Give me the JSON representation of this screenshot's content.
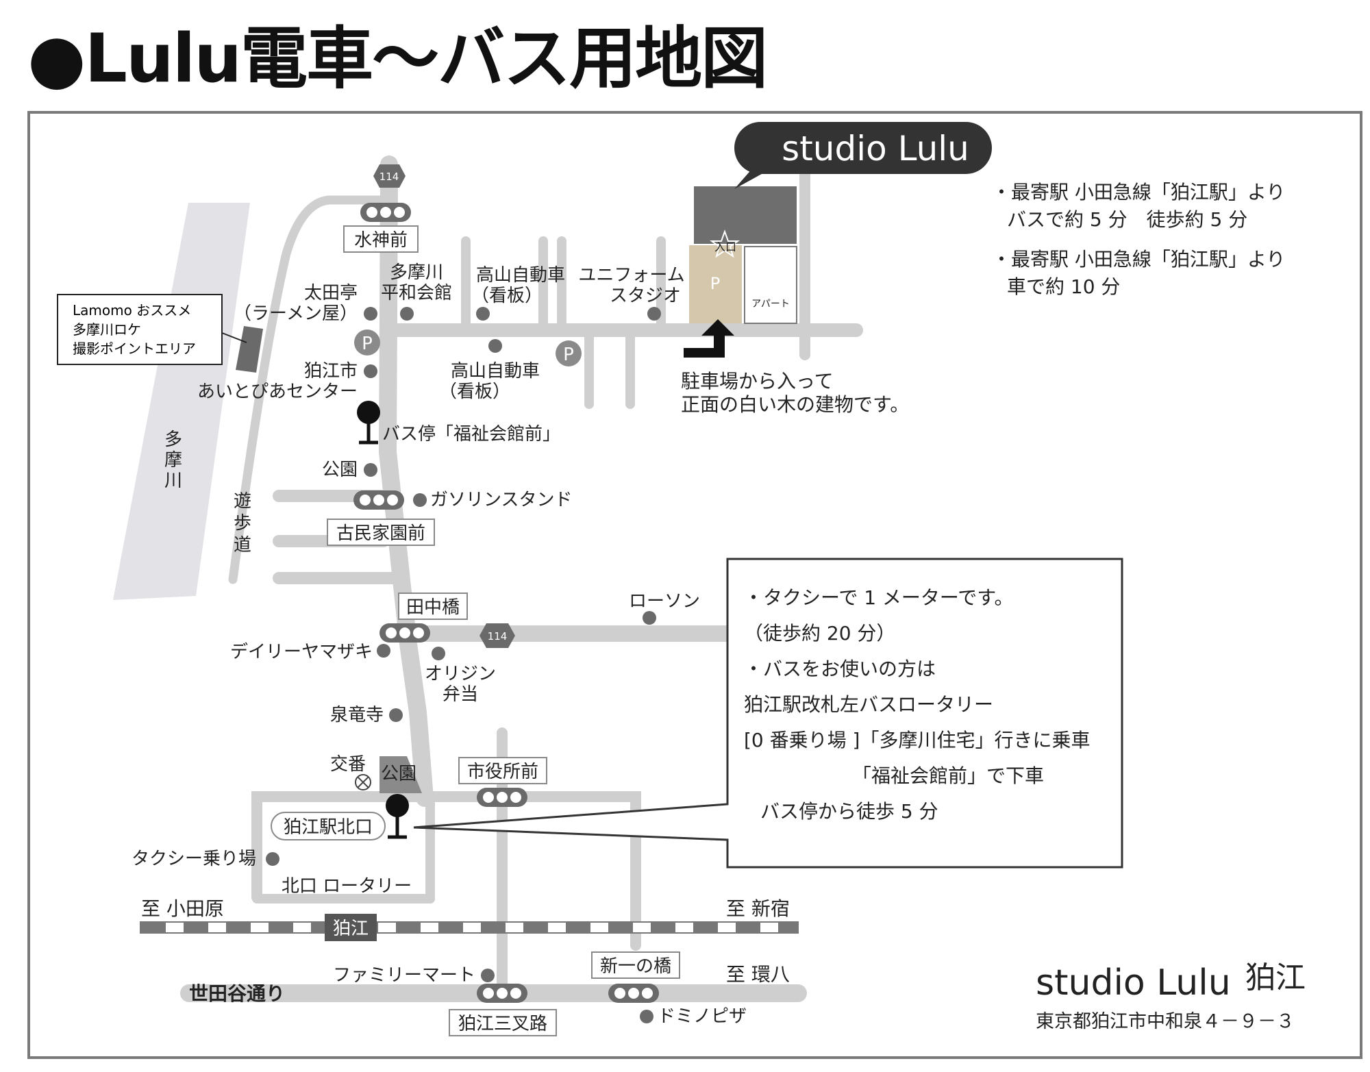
{
  "title": "●Lulu電車～バス用地図",
  "studio_bubble": "studio Lulu",
  "access_notes": [
    "・最寄駅 小田急線「狛江駅」より",
    "バスで約 5 分　徒歩約 5 分",
    "・最寄駅 小田急線「狛江駅」より",
    "車で約 10 分"
  ],
  "lamomo_box": [
    "Lamomo おススメ",
    "多摩川ロケ",
    "撮影ポイントエリア"
  ],
  "river_label": [
    "多",
    "摩",
    "川"
  ],
  "path_label": [
    "遊",
    "歩",
    "道"
  ],
  "route_number": "114",
  "stop_boxes": {
    "suijinmae": "水神前",
    "kominka": "古民家園前",
    "tanakabashi": "田中橋",
    "shiyakusho": "市役所前",
    "shinichinohashi": "新一の橋",
    "sansaro": "狛江三叉路",
    "kitaguchi": "狛江駅北口",
    "station": "狛江"
  },
  "places": {
    "tamagawa_heiwa": [
      "多摩川",
      "平和会館"
    ],
    "takayama_sign_top": [
      "高山自動車",
      "（看板）"
    ],
    "uniform_studio": [
      "ユニフォーム",
      "スタジオ"
    ],
    "ohta": [
      "太田亭",
      "（ラーメン屋）"
    ],
    "aitopia": [
      "狛江市",
      "あいとぴあセンター"
    ],
    "takayama_sign_mid": [
      "高山自動車",
      "（看板）"
    ],
    "bus_stop_fukushi": "バス停「福祉会館前」",
    "park_a": "公園",
    "gas_station": "ガソリンスタンド",
    "lawson": "ローソン",
    "daily_yamazaki": "デイリーヤマザキ",
    "origin": [
      "オリジン",
      "弁当"
    ],
    "senryuji": "泉竜寺",
    "koban": "交番",
    "park_b": "公園",
    "taxi_stand": "タクシー乗り場",
    "kitaguchi_rotary": "北口 ロータリー",
    "family_mart": "ファミリーマート",
    "dominos": "ドミノピザ",
    "entrance": "入口",
    "apartment": "アパート",
    "parking": "P"
  },
  "directions": {
    "odawara": "至 小田原",
    "shinjuku": "至 新宿",
    "kanpachi": "至 環八",
    "setagaya": "世田谷通り"
  },
  "parking_note": [
    "駐車場から入って",
    "正面の白い木の建物です。"
  ],
  "info_box": [
    "・タクシーで 1 メーターです。",
    "（徒歩約 20 分）",
    "・バスをお使いの方は",
    "狛江駅改札左バスロータリー",
    "[0 番乗り場 ]「多摩川住宅」行きに乗車",
    "「福祉会館前」で下車",
    "バス停から徒歩 5 分"
  ],
  "footer": {
    "brand": "studio Lulu",
    "city": "狛江",
    "address": "東京都狛江市中和泉４－９－３"
  },
  "colors": {
    "road": "#cfcfcf",
    "river": "#e3e3e7",
    "building": "#6e6e6e",
    "parking_lot": "#d4c7ac",
    "marker": "#6a6a6a",
    "border": "#7a7a7a"
  }
}
